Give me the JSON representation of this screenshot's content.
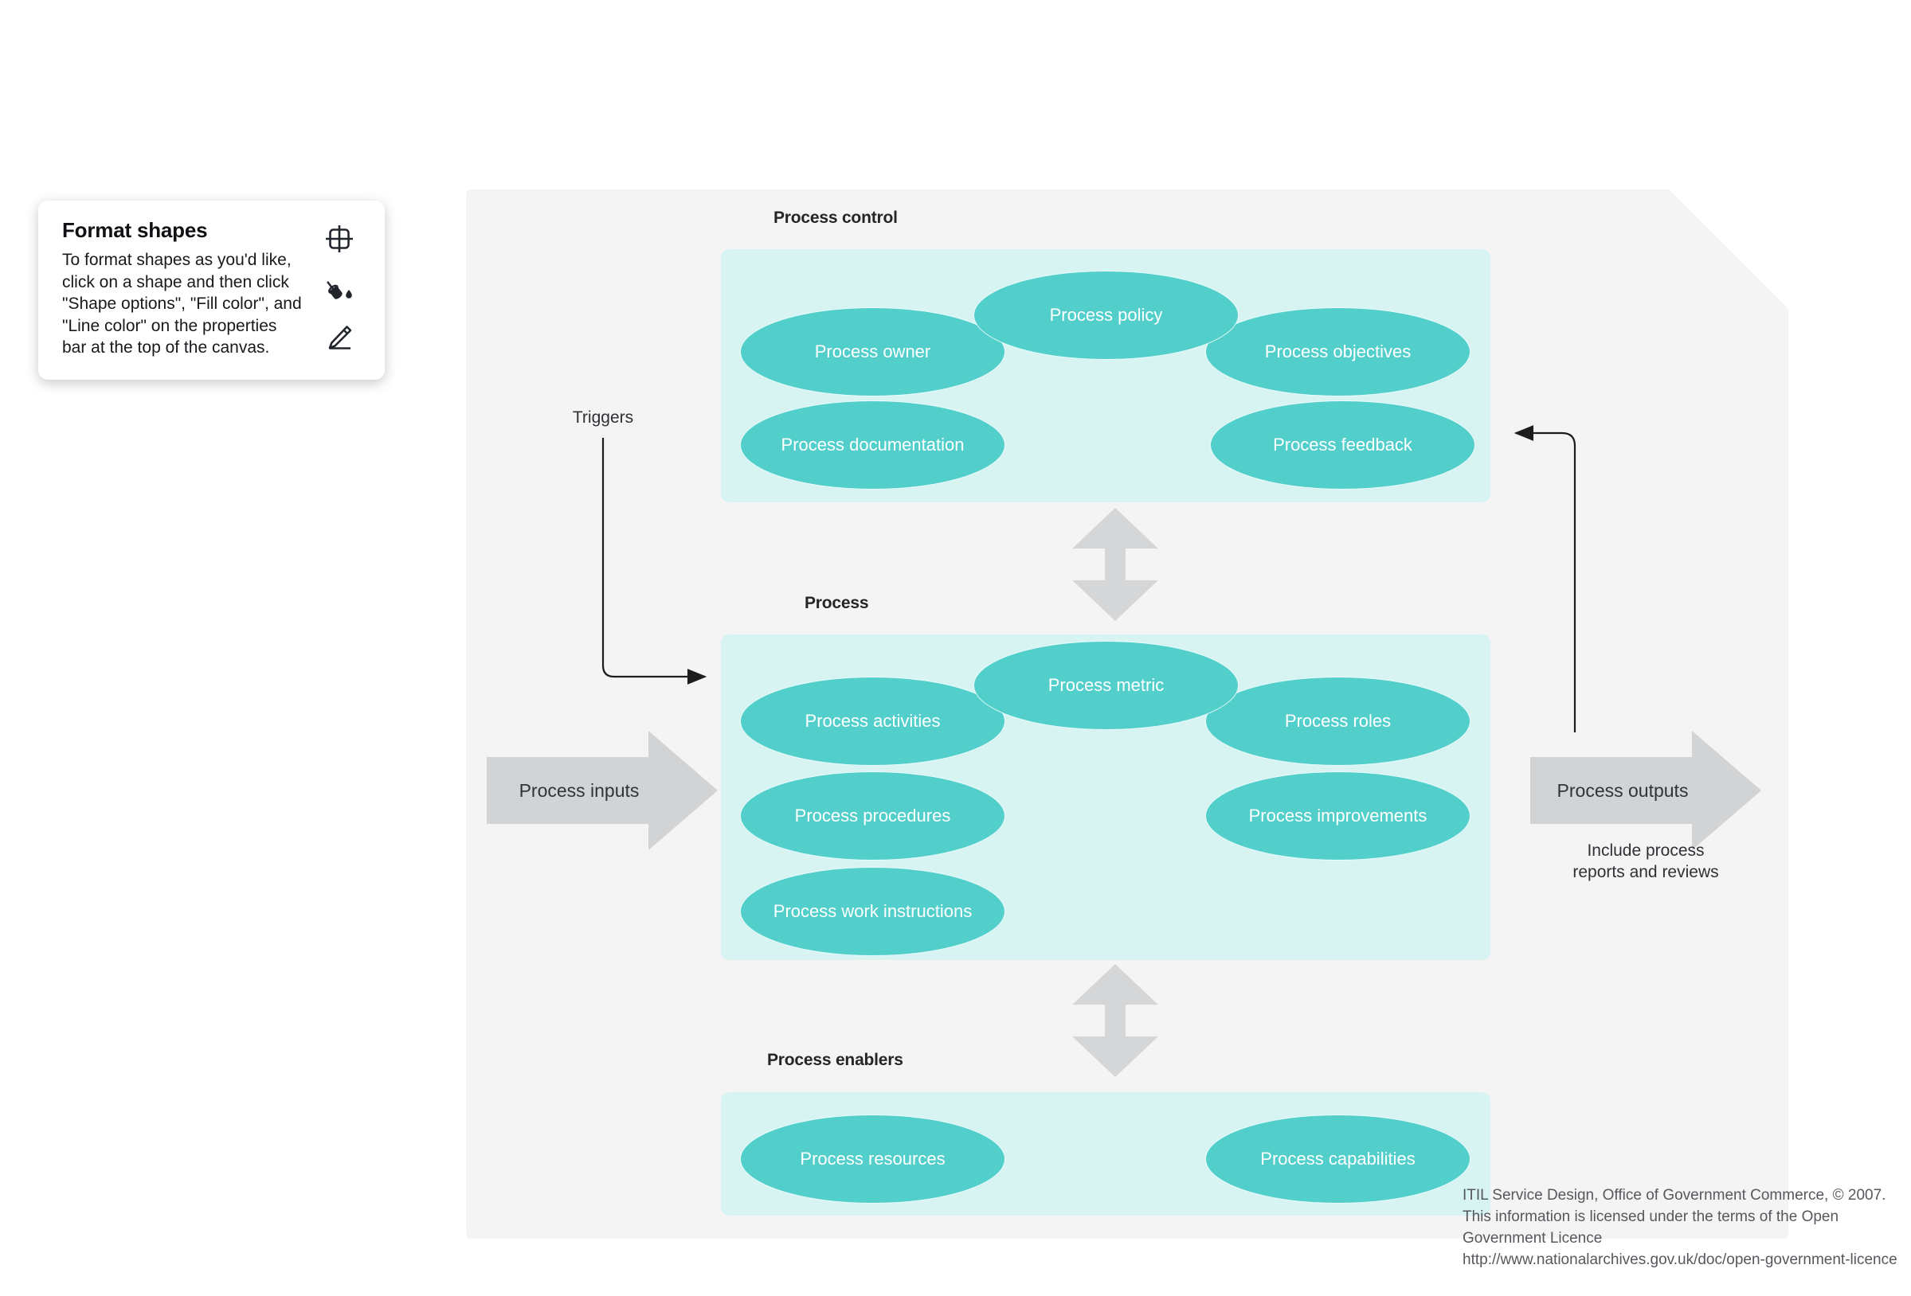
{
  "helper_card": {
    "title": "Format shapes",
    "body": "To format shapes as you'd like, click on a shape and then click \"Shape options\", \"Fill color\", and \"Line color\" on the properties bar at the top of the canvas.",
    "icons": [
      "shape-options-icon",
      "fill-color-bucket-icon",
      "line-color-pencil-icon"
    ]
  },
  "colors": {
    "canvas_background": "#f4f4f4",
    "group_box_fill": "#d7f4f3",
    "ellipse_fill": "#53cfcb",
    "ellipse_border": "#e9fbfa",
    "ellipse_text": "#ffffff",
    "block_arrow_fill": "#d2d3d5",
    "connector_stroke": "#1d1d1d",
    "label_text": "#252525"
  },
  "diagram": {
    "title": "ITIL process model",
    "sections": [
      {
        "id": "process-control",
        "label": "Process control",
        "nodes": [
          {
            "id": "process-owner",
            "label": "Process owner"
          },
          {
            "id": "process-policy",
            "label": "Process policy"
          },
          {
            "id": "process-objectives",
            "label": "Process objectives"
          },
          {
            "id": "process-documentation",
            "label": "Process documentation"
          },
          {
            "id": "process-feedback",
            "label": "Process feedback"
          }
        ]
      },
      {
        "id": "process",
        "label": "Process",
        "nodes": [
          {
            "id": "process-activities",
            "label": "Process activities"
          },
          {
            "id": "process-metric",
            "label": "Process metric"
          },
          {
            "id": "process-roles",
            "label": "Process roles"
          },
          {
            "id": "process-procedures",
            "label": "Process procedures"
          },
          {
            "id": "process-improvements",
            "label": "Process improvements"
          },
          {
            "id": "process-work-instructions",
            "label": "Process work instructions"
          }
        ]
      },
      {
        "id": "process-enablers",
        "label": "Process enablers",
        "nodes": [
          {
            "id": "process-resources",
            "label": "Process resources"
          },
          {
            "id": "process-capabilities",
            "label": "Process capabilities"
          }
        ]
      }
    ],
    "arrows": {
      "inputs_label": "Process inputs",
      "outputs_label": "Process outputs",
      "outputs_note": "Include process\nreports and reviews",
      "triggers_label": "Triggers"
    },
    "credit": "ITIL Service Design, Office of Government Commerce, © 2007.\nThis information is licensed under the terms of the Open\nGovernment Licence\nhttp://www.nationalarchives.gov.uk/doc/open-government-licence"
  }
}
